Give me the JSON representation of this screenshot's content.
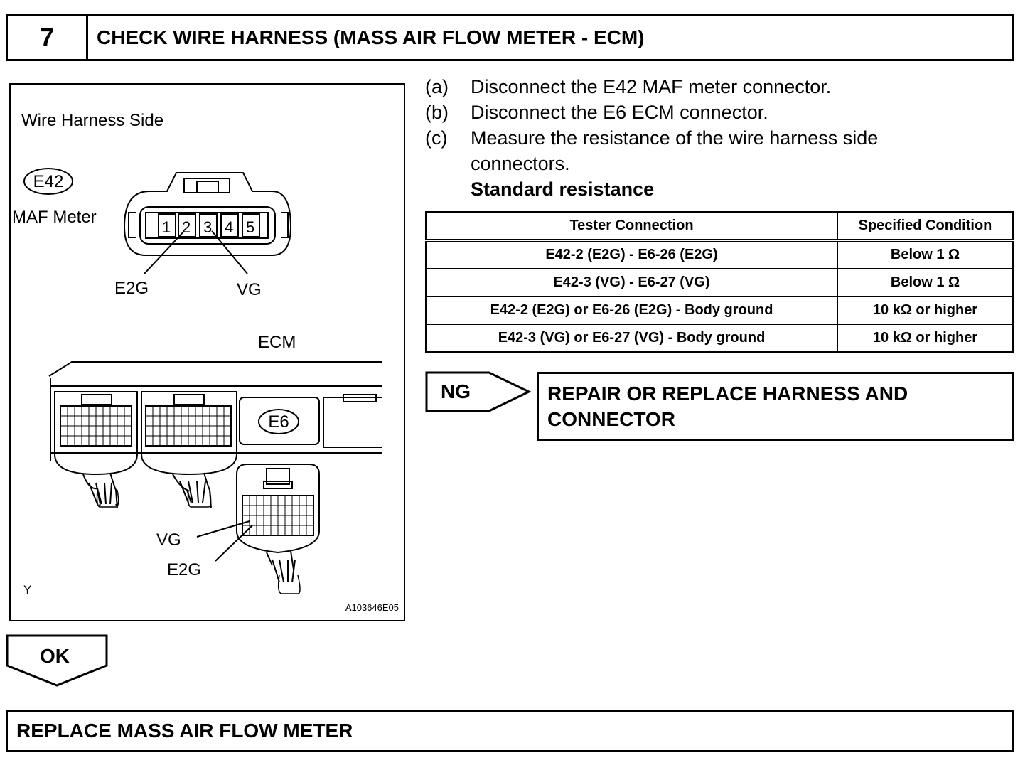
{
  "header": {
    "step_number": "7",
    "title": "CHECK WIRE HARNESS (MASS AIR FLOW METER - ECM)"
  },
  "figure": {
    "caption": "Wire Harness Side",
    "connector_e42_code": "E42",
    "connector_e42_name": "MAF Meter",
    "pins": [
      "1",
      "2",
      "3",
      "4",
      "5"
    ],
    "e42_label_e2g": "E2G",
    "e42_label_vg": "VG",
    "ecm_label": "ECM",
    "connector_e6_code": "E6",
    "e6_label_vg": "VG",
    "e6_label_e2g": "E2G",
    "corner_mark": "Y",
    "figure_id": "A103646E05"
  },
  "steps": [
    {
      "letter": "(a)",
      "text": "Disconnect the E42 MAF meter connector."
    },
    {
      "letter": "(b)",
      "text": "Disconnect the E6 ECM connector."
    },
    {
      "letter": "(c)",
      "text": "Measure the resistance of the wire harness side connectors."
    }
  ],
  "standard_label": "Standard resistance",
  "table": {
    "headers": [
      "Tester Connection",
      "Specified Condition"
    ],
    "rows": [
      [
        "E42-2 (E2G) - E6-26 (E2G)",
        "Below 1 Ω"
      ],
      [
        "E42-3 (VG) - E6-27 (VG)",
        "Below 1 Ω"
      ],
      [
        "E42-2 (E2G) or E6-26 (E2G) - Body ground",
        "10 kΩ or higher"
      ],
      [
        "E42-3 (VG) or E6-27 (VG) - Body ground",
        "10 kΩ or higher"
      ]
    ]
  },
  "ng": {
    "label": "NG",
    "action_line1": "REPAIR OR REPLACE HARNESS AND",
    "action_line2": "CONNECTOR"
  },
  "ok": {
    "label": "OK",
    "action": "REPLACE MASS AIR FLOW METER"
  }
}
